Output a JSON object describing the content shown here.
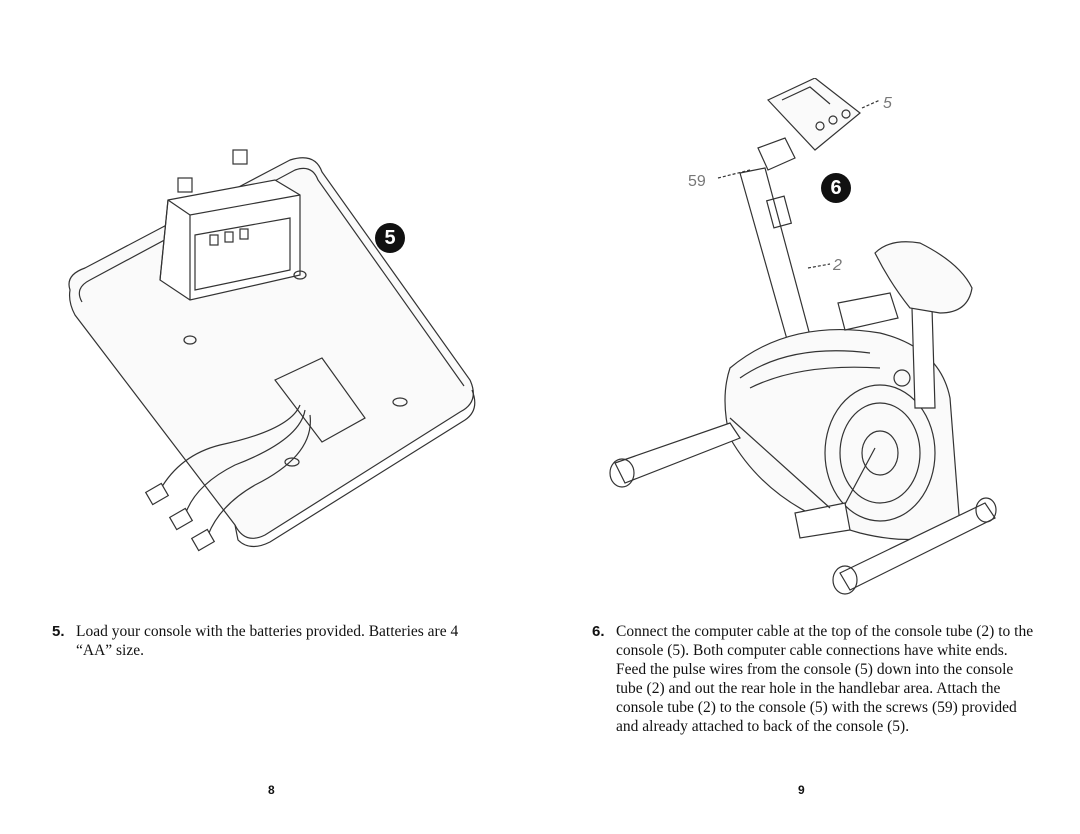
{
  "left_page": {
    "badge": "5",
    "step_number": "5.",
    "step_text": "Load your console with the batteries provided. Batteries are 4 “AA” size.",
    "page_number": "8"
  },
  "right_page": {
    "badge": "6",
    "step_number": "6.",
    "step_text": "Connect the computer cable at the top of the console tube (2) to the console (5). Both computer cable connections have white ends. Feed the pulse wires from the console (5) down into the console tube (2) and out the rear hole in the handlebar area. Attach the console tube (2) to the console (5) with the screws (59) provided and already attached to back of the console (5).",
    "page_number": "9",
    "callouts": {
      "console": "5",
      "screws": "59",
      "console_tube": "2"
    }
  }
}
